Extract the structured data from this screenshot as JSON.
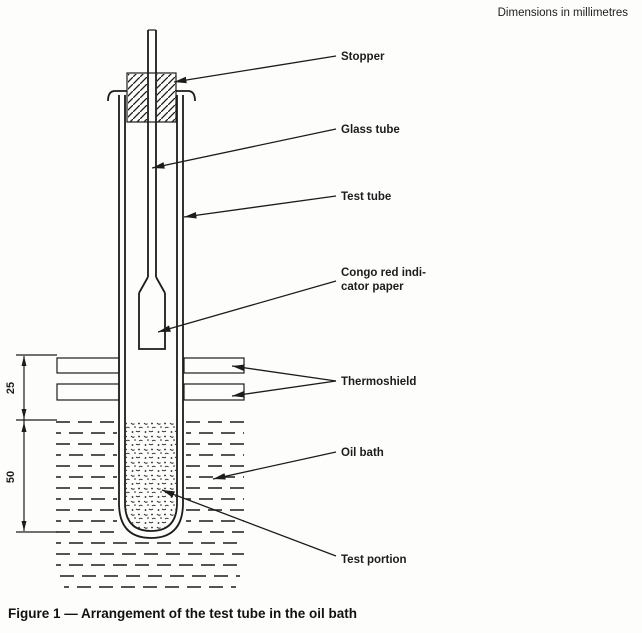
{
  "page": {
    "note": "Dimensions in millimetres",
    "caption": "Figure 1 — Arrangement of the test tube in the oil bath"
  },
  "labels": {
    "stopper": "Stopper",
    "glass_tube": "Glass tube",
    "test_tube": "Test tube",
    "congo_red_line1": "Congo red indi-",
    "congo_red_line2": "cator paper",
    "thermoshield": "Thermoshield",
    "oil_bath": "Oil bath",
    "test_portion": "Test portion"
  },
  "dimensions_mm": {
    "thermoshield_band": "25",
    "immersion_depth": "50"
  },
  "colors": {
    "ink": "#1c1c1c",
    "background": "#fdfdfc"
  }
}
